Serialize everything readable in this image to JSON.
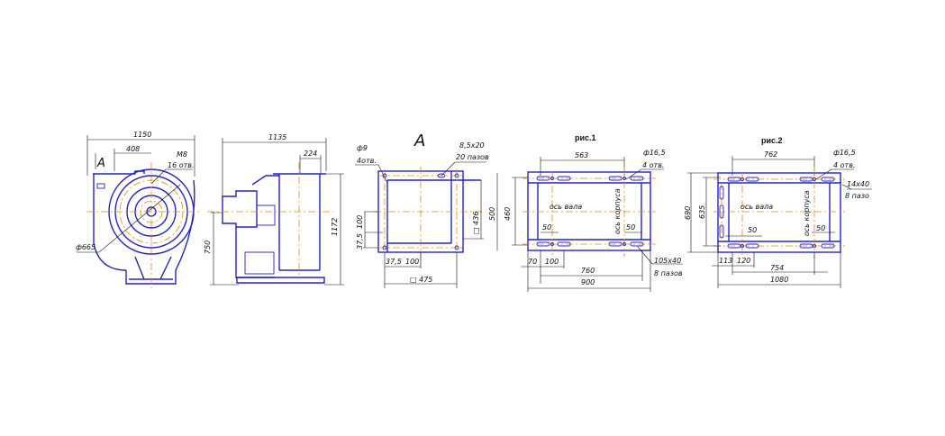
{
  "front_view": {
    "width": "1150",
    "view_mark": "A",
    "offset": "408",
    "thread": "M8",
    "thread_count": "16 отв.",
    "diameter": "ф665"
  },
  "side_view": {
    "length": "1135",
    "outlet": "224",
    "axis_height": "750",
    "height": "1172"
  },
  "view_a": {
    "title": "A",
    "hole": "ф9",
    "hole_count": "4отв.",
    "slot": "8,5х20",
    "slot_count": "20 пазов",
    "inner_square": "□ 436",
    "outer": "500",
    "spacing_v1": "100",
    "spacing_v2": "37,5",
    "spacing_h1": "37,5",
    "spacing_h2": "100",
    "square": "□ 475",
    "frame_height": "460"
  },
  "fig1": {
    "title": "рис.1",
    "span": "563",
    "hole": "ф16,5",
    "hole_count": "4 отв.",
    "shaft_axis": "ось вала",
    "body_axis": "ось корпуса",
    "d50a": "50",
    "d50b": "50",
    "d70": "70",
    "d100": "100",
    "d760": "760",
    "d900": "900",
    "slot": "105х40",
    "slot_count": "8 пазов"
  },
  "fig2": {
    "title": "рис.2",
    "span": "762",
    "hole": "ф16,5",
    "hole_count": "4 отв.",
    "slot": "14х40",
    "slot_count": "8 пазо",
    "shaft_axis": "ось вала",
    "body_axis": "ось корпуса",
    "outer": "690",
    "inner": "635",
    "d50a": "50",
    "d50b": "50",
    "d113": "113",
    "d120": "120",
    "d754": "754",
    "d1080": "1080"
  }
}
